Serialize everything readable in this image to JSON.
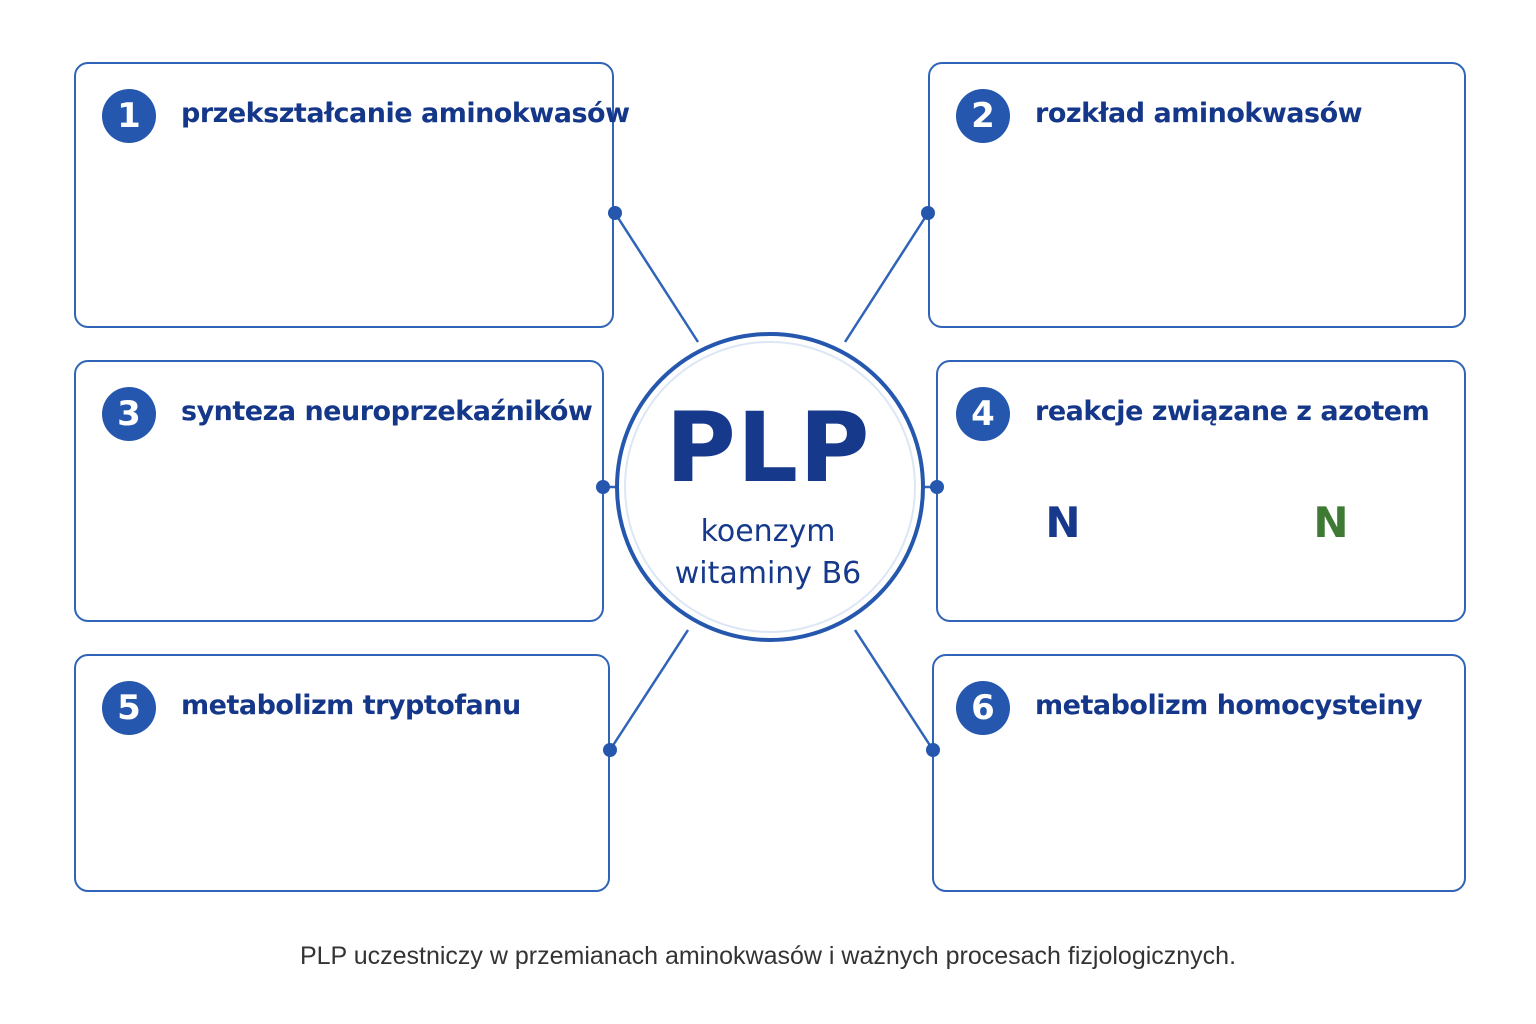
{
  "center": {
    "title": "PLP",
    "subtitle_line1": "koenzym",
    "subtitle_line2": "witaminy B6"
  },
  "cards": [
    {
      "number": "1",
      "title": "przekształcanie aminokwasów"
    },
    {
      "number": "2",
      "title": "rozkład aminokwasów"
    },
    {
      "number": "3",
      "title": "synteza neuroprzekaźników"
    },
    {
      "number": "4",
      "title": "reakcje związane z azotem"
    },
    {
      "number": "5",
      "title": "metabolizm tryptofanu"
    },
    {
      "number": "6",
      "title": "metabolizm homocysteiny"
    }
  ],
  "nitrogen": {
    "left_symbol": "N",
    "right_symbol": "N"
  },
  "caption": "PLP uczestniczy w przemianach aminokwasów i ważnych procesach fizjologicznych.",
  "colors": {
    "primary_blue": "#2457ad",
    "border_blue": "#2f64b8",
    "title_blue": "#15378a",
    "atom_gray": "#b9b9b9",
    "atom_blue": "#4b95de",
    "atom_purple": "#b595d2",
    "atom_red": "#ef6f6f",
    "atom_yellow": "#f2d77a",
    "atom_green": "#7fbd6e",
    "ring_purple": "#7b58ad",
    "ring_green": "#8ab97d"
  }
}
